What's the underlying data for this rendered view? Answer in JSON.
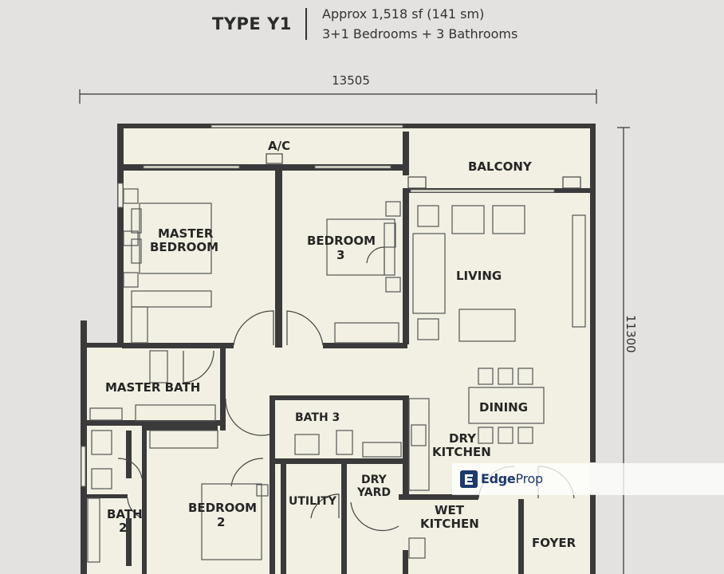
{
  "header": {
    "type_title": "TYPE Y1",
    "area": "Approx 1,518 sf (141 sm)",
    "rooms": "3+1 Bedrooms + 3 Bathrooms"
  },
  "dimensions": {
    "width": "13505",
    "height": "11300"
  },
  "rooms": {
    "ac": "A/C",
    "balcony": "BALCONY",
    "master_bedroom_1": "MASTER",
    "master_bedroom_2": "BEDROOM",
    "bedroom3_1": "BEDROOM",
    "bedroom3_2": "3",
    "living": "LIVING",
    "dining": "DINING",
    "master_bath": "MASTER BATH",
    "bath3": "BATH 3",
    "dry_kitchen_1": "DRY",
    "dry_kitchen_2": "KITCHEN",
    "bath2_1": "BATH",
    "bath2_2": "2",
    "bedroom2_1": "BEDROOM",
    "bedroom2_2": "2",
    "utility": "UTILITY",
    "dry_yard_1": "DRY",
    "dry_yard_2": "YARD",
    "wet_kitchen_1": "WET",
    "wet_kitchen_2": "KITCHEN",
    "foyer": "FOYER"
  },
  "watermark": {
    "brand_1": "Edge",
    "brand_2": "Prop"
  },
  "colors": {
    "floor": "#f1f0e2",
    "wall": "#3a3a3a",
    "background": "#e3e2e0",
    "brand": "#1c3a6b"
  }
}
